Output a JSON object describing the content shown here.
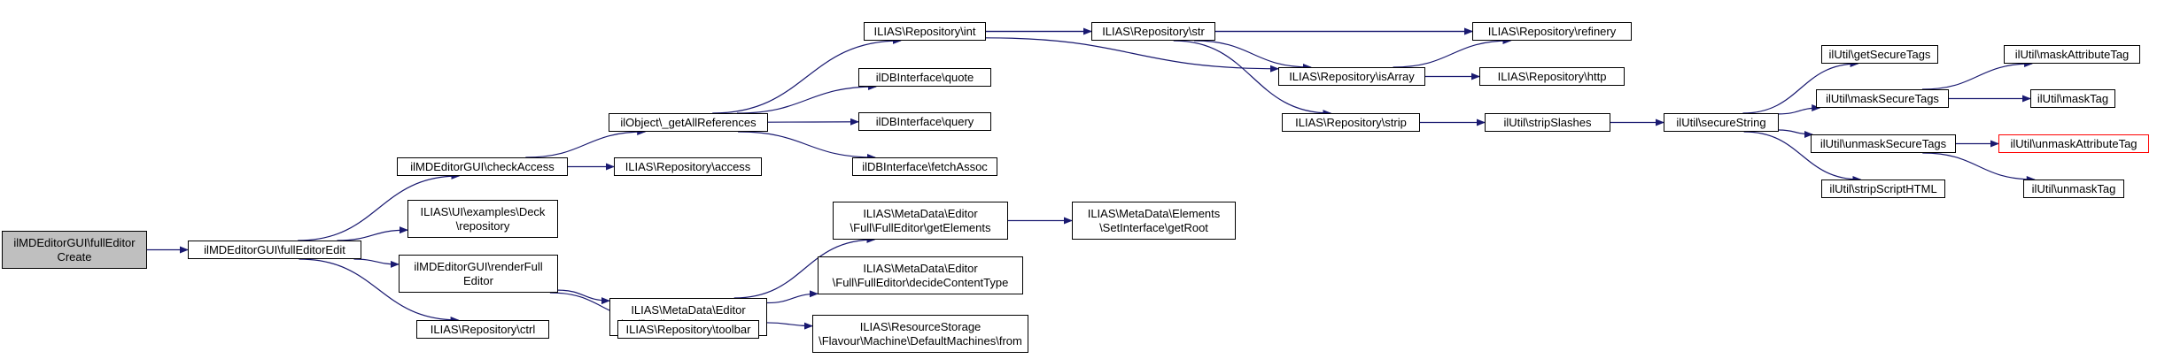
{
  "colors": {
    "edge": "#191970",
    "root_fill": "#bfbfbf",
    "node_border": "#000000",
    "highlight_border": "#ff0000"
  },
  "nodes": {
    "n_root": "ilMDEditorGUI\\fullEditor\nCreate",
    "n_fe": "ilMDEditorGUI\\fullEditorEdit",
    "n_ca": "ilMDEditorGUI\\checkAccess",
    "n_deck": "ILIAS\\UI\\examples\\Deck\n\\repository",
    "n_rf": "ilMDEditorGUI\\renderFull\nEditor",
    "n_ctrl": "ILIAS\\Repository\\ctrl",
    "n_gar": "ilObject\\_getAllReferences",
    "n_acc": "ILIAS\\Repository\\access",
    "n_gc": "ILIAS\\MetaData\\Editor\n\\Full\\FullEditor\\getContent",
    "n_tb": "ILIAS\\Repository\\toolbar",
    "n_int": "ILIAS\\Repository\\int",
    "n_quote": "ilDBInterface\\quote",
    "n_query": "ilDBInterface\\query",
    "n_fa": "ilDBInterface\\fetchAssoc",
    "n_ge": "ILIAS\\MetaData\\Editor\n\\Full\\FullEditor\\getElements",
    "n_dct": "ILIAS\\MetaData\\Editor\n\\Full\\FullEditor\\decideContentType",
    "n_from": "ILIAS\\ResourceStorage\n\\Flavour\\Machine\\DefaultMachines\\from",
    "n_gr": "ILIAS\\MetaData\\Elements\n\\SetInterface\\getRoot",
    "n_str": "ILIAS\\Repository\\str",
    "n_ref": "ILIAS\\Repository\\refinery",
    "n_isa": "ILIAS\\Repository\\isArray",
    "n_http": "ILIAS\\Repository\\http",
    "n_strip": "ILIAS\\Repository\\strip",
    "n_ss": "ilUtil\\stripSlashes",
    "n_sec": "ilUtil\\secureString",
    "n_gst": "ilUtil\\getSecureTags",
    "n_mst": "ilUtil\\maskSecureTags",
    "n_ust": "ilUtil\\unmaskSecureTags",
    "n_ssh": "ilUtil\\stripScriptHTML",
    "n_mat": "ilUtil\\maskAttributeTag",
    "n_mt": "ilUtil\\maskTag",
    "n_uat": "ilUtil\\unmaskAttributeTag",
    "n_ut": "ilUtil\\unmaskTag"
  },
  "edges": [
    [
      "n_root",
      "n_fe"
    ],
    [
      "n_fe",
      "n_ca"
    ],
    [
      "n_fe",
      "n_deck"
    ],
    [
      "n_fe",
      "n_rf"
    ],
    [
      "n_fe",
      "n_ctrl"
    ],
    [
      "n_ca",
      "n_gar"
    ],
    [
      "n_ca",
      "n_acc"
    ],
    [
      "n_rf",
      "n_gc"
    ],
    [
      "n_rf",
      "n_tb"
    ],
    [
      "n_gar",
      "n_int"
    ],
    [
      "n_gar",
      "n_quote"
    ],
    [
      "n_gar",
      "n_query"
    ],
    [
      "n_gar",
      "n_fa"
    ],
    [
      "n_int",
      "n_str"
    ],
    [
      "n_int",
      "n_ref"
    ],
    [
      "n_int",
      "n_isa"
    ],
    [
      "n_str",
      "n_ref"
    ],
    [
      "n_str",
      "n_isa"
    ],
    [
      "n_str",
      "n_strip"
    ],
    [
      "n_isa",
      "n_ref"
    ],
    [
      "n_isa",
      "n_http"
    ],
    [
      "n_strip",
      "n_ss"
    ],
    [
      "n_ss",
      "n_sec"
    ],
    [
      "n_sec",
      "n_gst"
    ],
    [
      "n_sec",
      "n_mst"
    ],
    [
      "n_sec",
      "n_ust"
    ],
    [
      "n_sec",
      "n_ssh"
    ],
    [
      "n_mst",
      "n_mat"
    ],
    [
      "n_mst",
      "n_mt"
    ],
    [
      "n_ust",
      "n_uat"
    ],
    [
      "n_ust",
      "n_ut"
    ],
    [
      "n_gc",
      "n_ge"
    ],
    [
      "n_gc",
      "n_dct"
    ],
    [
      "n_gc",
      "n_from"
    ],
    [
      "n_ge",
      "n_gr"
    ]
  ]
}
